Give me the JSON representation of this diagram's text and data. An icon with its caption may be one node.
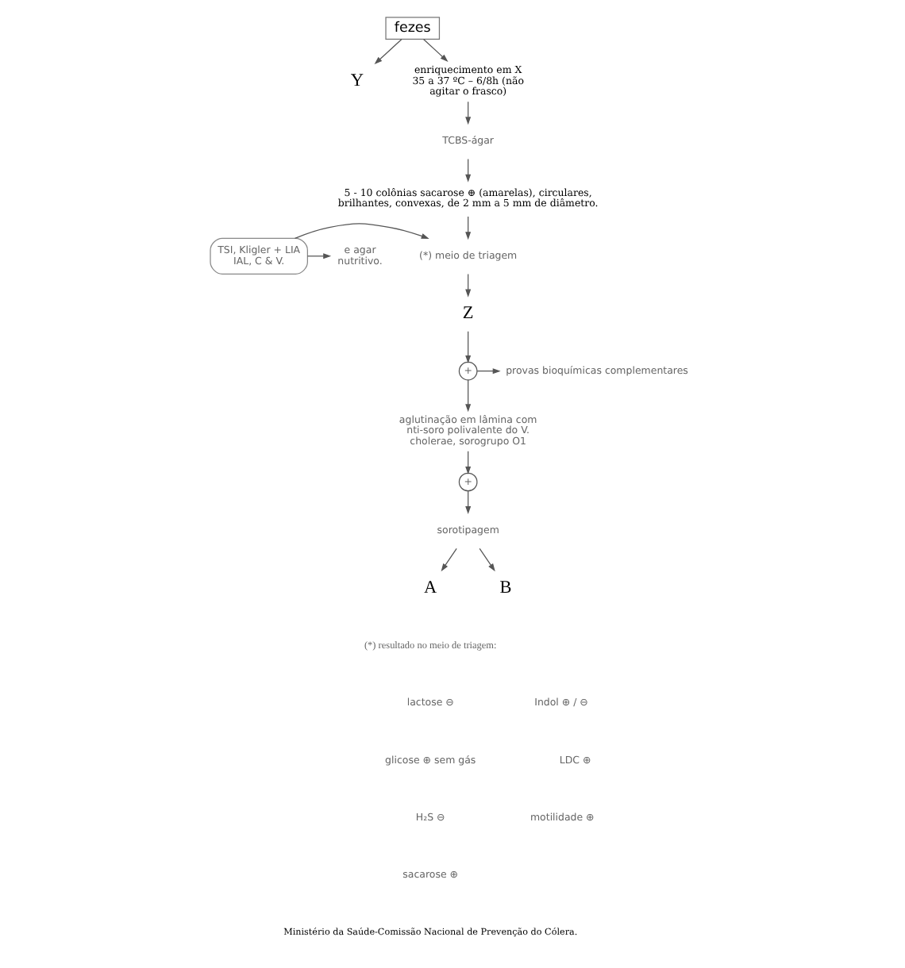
{
  "diagram": {
    "nodes": [
      {
        "text": [
          "fezes"
        ]
      },
      {
        "text": [
          "Y"
        ]
      },
      {
        "text": [
          "enriquecimento em X",
          "35 a 37 ºC – 6/8h (não agitar o frasco)"
        ]
      },
      {
        "text": [
          "TCBS-ágar"
        ]
      },
      {
        "text": [
          "5 - 10 colônias sacarose ⊕ (amarelas), circulares, brilhantes, convexas, de 2 mm a 5 mm de diâmetro."
        ]
      },
      {
        "text": [
          "(*) meio de triagem"
        ]
      },
      {
        "text": [
          "TSI, Kligler + LIA IAL, C & V."
        ]
      },
      {
        "text": [
          "e agar nutritivo."
        ]
      },
      {
        "text": [
          "Z"
        ]
      },
      {
        "text": [
          "+"
        ]
      },
      {
        "text": [
          "provas bioquímicas complementares"
        ]
      },
      {
        "text": [
          "aglutinação em lâmina com nti-soro polivalente do V. cholerae, sorogrupo O1"
        ]
      },
      {
        "text": [
          "+"
        ]
      },
      {
        "text": [
          "sorotipagem"
        ]
      },
      {
        "text": [
          "A"
        ]
      },
      {
        "text": [
          "B"
        ]
      }
    ],
    "edges": [
      {
        "from": 0,
        "to": 1,
        "arrow": "to"
      },
      {
        "from": 0,
        "to": 2,
        "arrow": "to"
      },
      {
        "from": 2,
        "to": 3,
        "arrow": "to"
      },
      {
        "from": 3,
        "to": 4,
        "arrow": "to"
      },
      {
        "from": 4,
        "to": 5,
        "arrow": "to"
      },
      {
        "from": 6,
        "to": 5,
        "arrow": "to"
      },
      {
        "from": 6,
        "to": 7,
        "arrow": "to"
      },
      {
        "from": 5,
        "to": 8,
        "arrow": "to"
      },
      {
        "from": 8,
        "to": 9,
        "arrow": "to"
      },
      {
        "from": 9,
        "to": 10,
        "arrow": "to"
      },
      {
        "from": 9,
        "to": 11,
        "arrow": "to"
      },
      {
        "from": 11,
        "to": 12,
        "arrow": "to"
      },
      {
        "from": 12,
        "to": 13,
        "arrow": "to"
      },
      {
        "from": 13,
        "to": 14,
        "arrow": "to"
      },
      {
        "from": 13,
        "to": 15,
        "arrow": "to"
      }
    ],
    "labels": [
      "(*) resultado no meio de triagem:",
      "lactose ⊖",
      "Indol ⊕ / ⊖",
      "glicose ⊕ sem gás",
      "LDC ⊕",
      "H₂S ⊖",
      "motilidade ⊕",
      "sacarose ⊕",
      "Ministério da Saúde-Comissão Nacional de Prevenção do Cólera."
    ]
  }
}
